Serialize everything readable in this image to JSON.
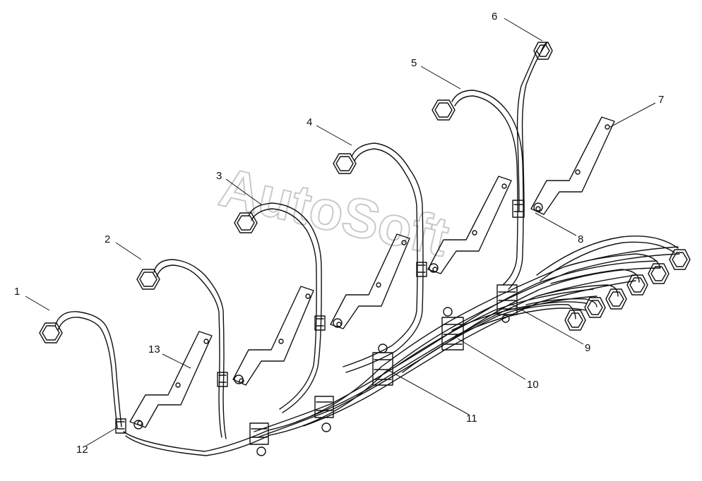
{
  "watermark": "AutoSoft",
  "callouts": [
    "1",
    "2",
    "3",
    "4",
    "5",
    "6",
    "7",
    "8",
    "9",
    "10",
    "11",
    "12",
    "13"
  ],
  "colors": {
    "line": "#111111",
    "watermark": "#c9c9c9",
    "background": "#ffffff"
  }
}
